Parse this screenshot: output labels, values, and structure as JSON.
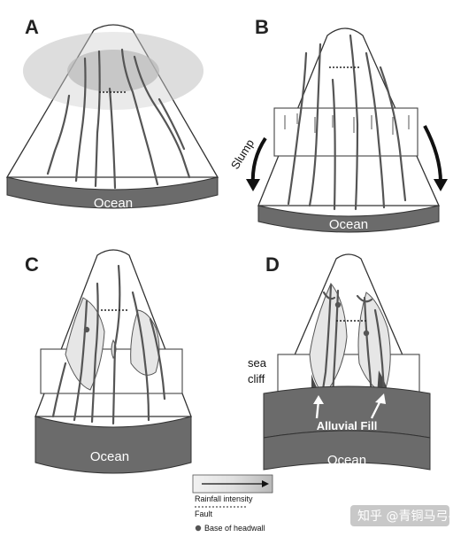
{
  "panels": [
    {
      "id": "A",
      "label": "A",
      "ocean_label": "Ocean"
    },
    {
      "id": "B",
      "label": "B",
      "ocean_label": "Ocean",
      "slump_label": "Slump"
    },
    {
      "id": "C",
      "label": "C",
      "ocean_label": "Ocean"
    },
    {
      "id": "D",
      "label": "D",
      "ocean_label": "Ocean",
      "cliff_label_1": "sea",
      "cliff_label_2": "cliff",
      "fill_label": "Alluvial Fill"
    }
  ],
  "legend": {
    "rainfall": "Rainfall intensity",
    "fault": "Fault",
    "headwall": "Base of headwall"
  },
  "watermark": "知乎 @青铜马弓手",
  "colors": {
    "ocean": "#6b6b6b",
    "rain_zone": "#d4d4d4",
    "alluvial": "#4a4a4a"
  },
  "icons": [
    "rainfall-gradient-arrow",
    "fault-dashed-line",
    "headwall-dot",
    "slump-arrow",
    "alluvial-arrow"
  ]
}
